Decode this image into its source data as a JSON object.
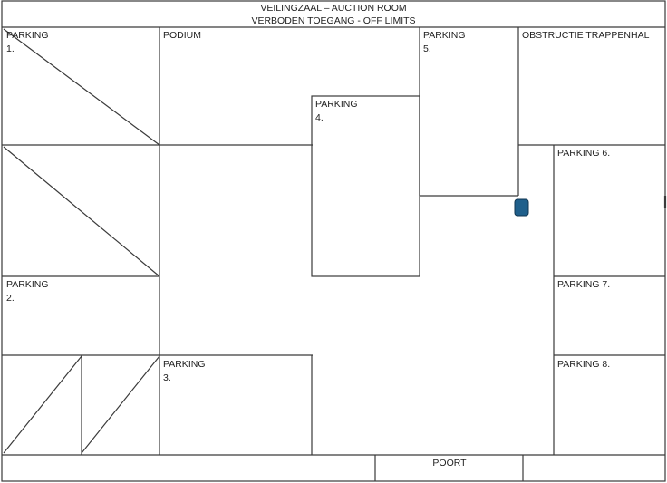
{
  "header": {
    "title_line1": "VEILINGZAAL – AUCTION ROOM",
    "title_line2": "VERBODEN TOEGANG - OFF LIMITS"
  },
  "areas": {
    "parking_1": {
      "name": "PARKING",
      "number": "1."
    },
    "podium": {
      "name": "PODIUM"
    },
    "parking_5": {
      "name": "PARKING",
      "number": "5."
    },
    "obstructie": {
      "name": "OBSTRUCTIE TRAPPENHAL"
    },
    "parking_4": {
      "name": "PARKING",
      "number": "4."
    },
    "parking_6": {
      "name": "PARKING 6."
    },
    "parking_2": {
      "name": "PARKING",
      "number": "2."
    },
    "parking_7": {
      "name": "PARKING 7."
    },
    "parking_3": {
      "name": "PARKING",
      "number": "3."
    },
    "parking_8": {
      "name": "PARKING 8."
    },
    "poort": {
      "name": "POORT"
    }
  },
  "marker": {
    "color": "#1f5f8b",
    "border_color": "#0f3550"
  },
  "colors": {
    "line": "#3a3a3a",
    "text": "#222222",
    "background": "#ffffff"
  }
}
